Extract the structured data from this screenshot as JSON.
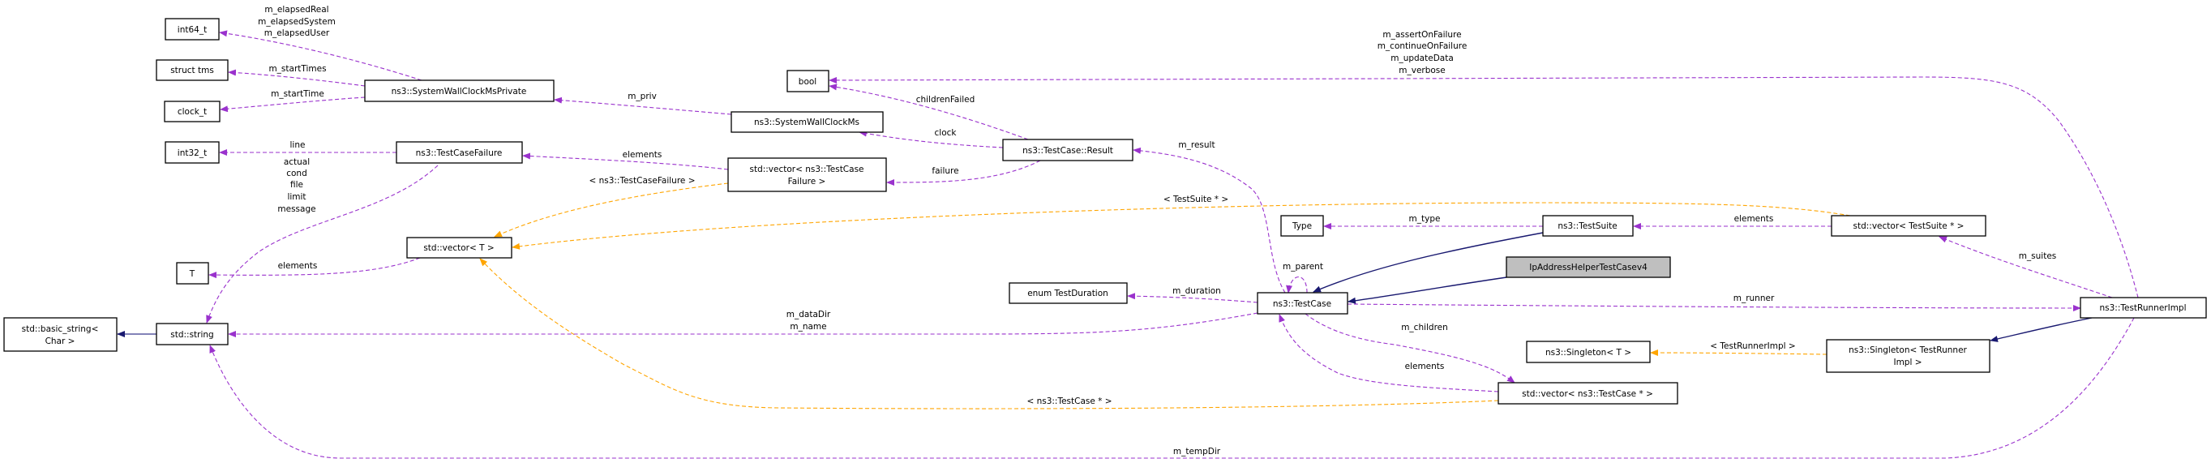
{
  "colors": {
    "member_edge": "#9a32cd",
    "template_edge": "#ffa500",
    "inheritance_edge": "#191970",
    "focus_node": "#bfbfbf"
  },
  "nodes": {
    "int64": "int64_t",
    "tms": "struct tms",
    "clock": "clock_t",
    "swcmp": "ns3::SystemWallClockMsPrivate",
    "int32": "int32_t",
    "tcf": "ns3::TestCaseFailure",
    "vecT": "std::vector< T >",
    "T": "T",
    "basic_string": [
      "std::basic_string<",
      "Char >"
    ],
    "string": "std::string",
    "bool": "bool",
    "swcm": "ns3::SystemWallClockMs",
    "vecTCF": [
      "std::vector< ns3::TestCase",
      "Failure >"
    ],
    "result": "ns3::TestCase::Result",
    "type": "Type",
    "duration": "enum TestDuration",
    "testcase": "ns3::TestCase",
    "testsuite": "ns3::TestSuite",
    "ipaddr": "IpAddressHelperTestCasev4",
    "vecTS": "std::vector< TestSuite * >",
    "singletonT": "ns3::Singleton< T >",
    "singletonTRI": [
      "ns3::Singleton< TestRunner",
      "Impl >"
    ],
    "vecTC": "std::vector< ns3::TestCase * >",
    "runner": "ns3::TestRunnerImpl"
  },
  "edge_labels": {
    "elapsed": [
      "m_elapsedReal",
      "m_elapsedSystem",
      "m_elapsedUser"
    ],
    "startTimes": "m_startTimes",
    "startTime": "m_startTime",
    "priv": "m_priv",
    "line": "line",
    "strings": [
      "actual",
      "cond",
      "file",
      "limit",
      "message"
    ],
    "tcf_elements": "elements",
    "tcf_tmpl": "< ns3::TestCaseFailure >",
    "T_elements": "elements",
    "childrenFailed": "childrenFailed",
    "clock": "clock",
    "failure": "failure",
    "result": "m_result",
    "ts_tmpl": "< TestSuite * >",
    "type": "m_type",
    "parent": "m_parent",
    "duration": "m_duration",
    "dataDir": [
      "m_dataDir",
      "m_name"
    ],
    "children": "m_children",
    "tc_elements": "elements",
    "tc_tmpl": "< ns3::TestCase * >",
    "tempDir": "m_tempDir",
    "bools": [
      "m_assertOnFailure",
      "m_continueOnFailure",
      "m_updateData",
      "m_verbose"
    ],
    "ts_elements": "elements",
    "suites": "m_suites",
    "runner": "m_runner",
    "tri_tmpl": "< TestRunnerImpl >"
  }
}
